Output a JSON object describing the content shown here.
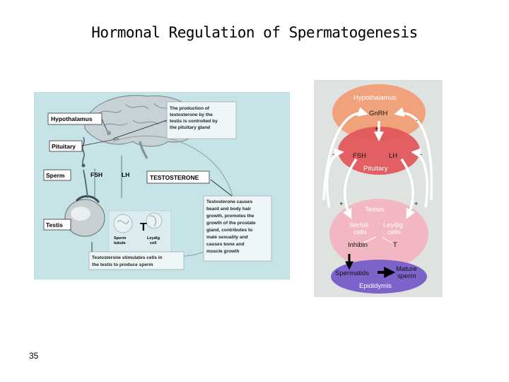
{
  "slide": {
    "title": "Hormonal Regulation of Spermatogenesis",
    "page_number": "35"
  },
  "left_figure": {
    "labels": {
      "hypothalamus": "Hypothalamus",
      "pituitary": "Pituitary",
      "sperm": "Sperm",
      "fsh": "FSH",
      "lh": "LH",
      "testosterone": "TESTOSTERONE",
      "testis": "Testis",
      "t_symbol": "T",
      "sperm_tubule": [
        "Sperm",
        "tubule"
      ],
      "leydig_cell": [
        "Leydig",
        "cell"
      ]
    },
    "notes": {
      "pituitary_control": [
        "The production of",
        "testosterone by the",
        "testis is controlled by",
        "the pituitary gland"
      ],
      "testosterone_effects": [
        "Testosterone causes",
        "beard and body hair",
        "growth, promotes the",
        "growth of the prostate",
        "gland, contributes to",
        "male sexuality and",
        "causes bone and",
        "muscle growth"
      ],
      "stimulates_cells": [
        "Testosterone stimulates cells in",
        "the testis to produce sperm"
      ]
    },
    "colors": {
      "background": "#c6e3e8",
      "label_box": "#ffffff",
      "note_box": "#eef6f7"
    }
  },
  "right_figure": {
    "labels": {
      "hypothalamus": "Hypothalamus",
      "gnrh": "GnRH",
      "fsh": "FSH",
      "lh": "LH",
      "pituitary": "Pituitary",
      "testes": "Testes",
      "sertoli": [
        "Sertoli",
        "cells"
      ],
      "leydig": [
        "Leydig",
        "cells"
      ],
      "inhibin": "Inhibin",
      "t": "T",
      "spermatids": "Spermatids",
      "mature_sperm": [
        "Mature",
        "sperm"
      ],
      "epididymis": "Epididymis",
      "plus": "+",
      "minus": "-"
    },
    "colors": {
      "background": "#dfe3df",
      "hypothalamus": "#f0a27c",
      "pituitary": "#e2585c",
      "testes": "#f2b7c2",
      "epididymis": "#7d62c9"
    }
  }
}
